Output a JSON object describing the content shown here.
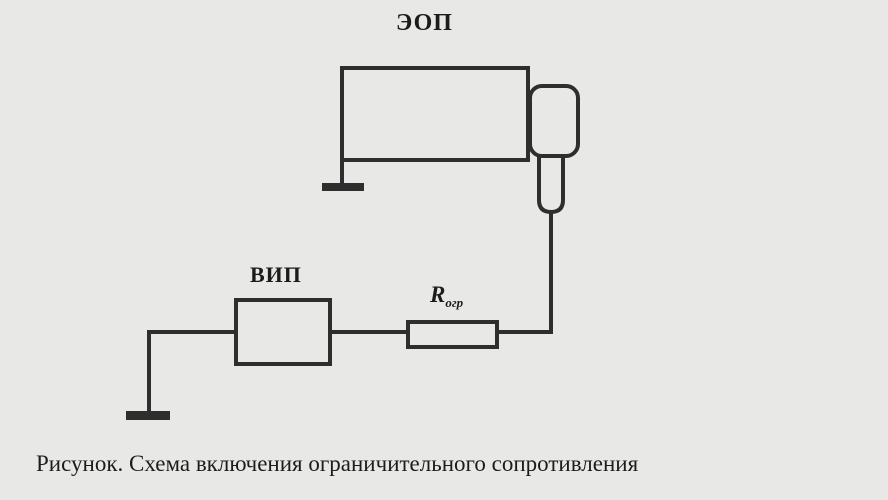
{
  "labels": {
    "eop": "ЭОП",
    "vip": "ВИП",
    "resistor_main": "R",
    "resistor_sub": "огр"
  },
  "caption": "Рисунок. Схема включения ограничительного сопротивления",
  "colors": {
    "paper": "#e8e8e6",
    "ink": "#2e2e2e"
  }
}
